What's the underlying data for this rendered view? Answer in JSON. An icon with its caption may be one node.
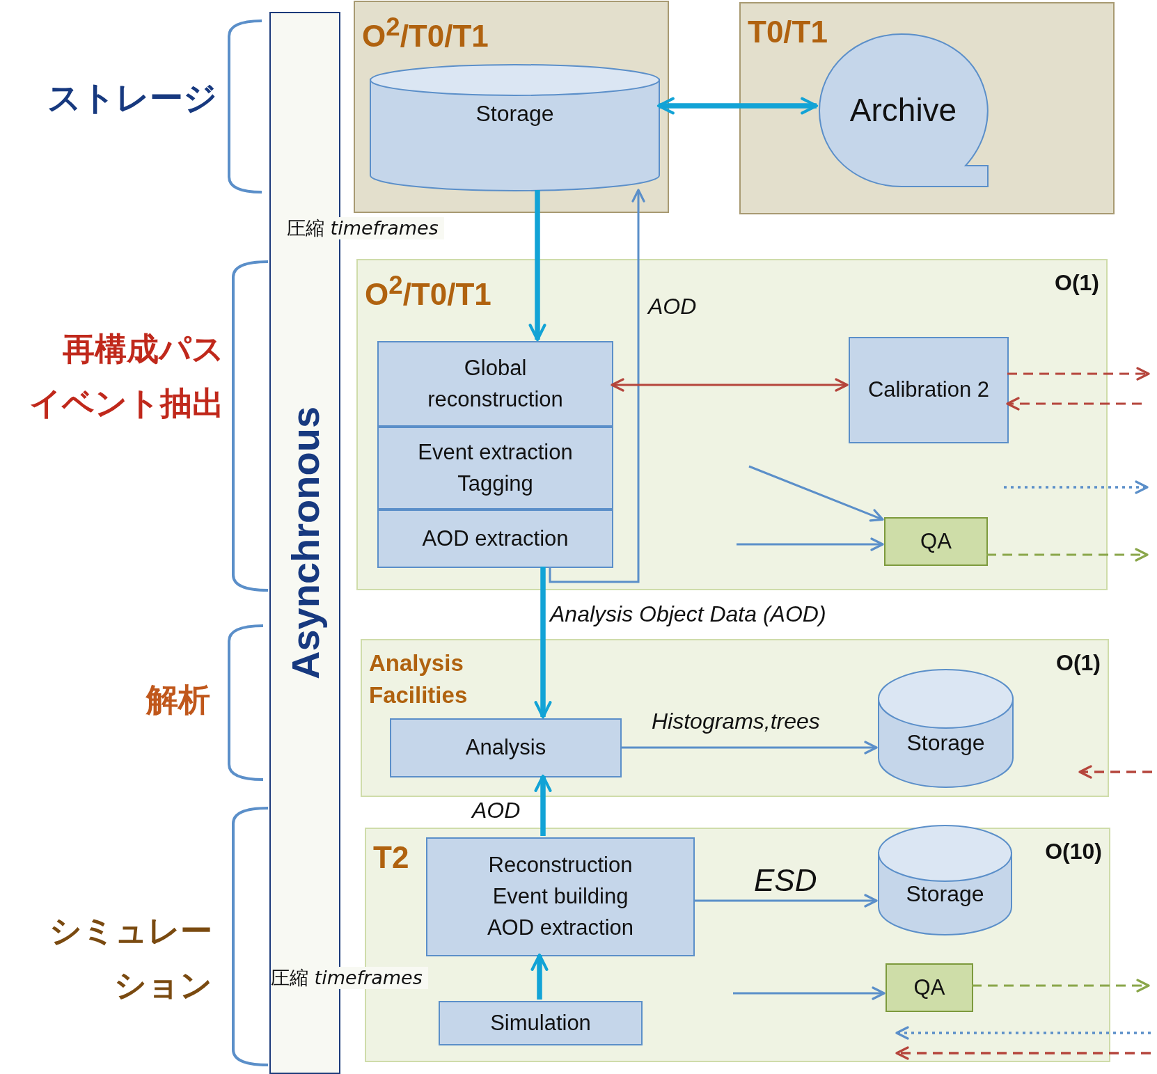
{
  "diagram": {
    "nodes": [
      {
        "text": [
          "Asynchronous"
        ]
      },
      {
        "text": [
          "O$^{2}$/T0/T1"
        ]
      },
      {
        "text": [
          "Storage"
        ],
        "in": 1
      },
      {
        "text": [
          "T0/T1"
        ]
      },
      {
        "text": [
          "Archive"
        ],
        "in": 3
      },
      {
        "text": [
          "O$^{2}$/T0/T1",
          "O(1)"
        ]
      },
      {
        "text": [
          "Global reconstruction"
        ],
        "in": 5
      },
      {
        "text": [
          "Event extraction Tagging"
        ],
        "in": 5
      },
      {
        "text": [
          "AOD extraction"
        ],
        "in": 5
      },
      {
        "text": [
          "Calibration 2"
        ],
        "in": 5
      },
      {
        "text": [
          "QA"
        ],
        "in": 5
      },
      {
        "text": [
          "Analysis Facilities",
          "O(1)"
        ]
      },
      {
        "text": [
          "Analysis"
        ],
        "in": 11
      },
      {
        "text": [
          "Storage"
        ],
        "in": 11
      },
      {
        "text": [
          "T2",
          "O(10)"
        ]
      },
      {
        "text": [
          "Reconstruction Event building AOD extraction"
        ],
        "in": 14
      },
      {
        "text": [
          "Storage"
        ],
        "in": 14
      },
      {
        "text": [
          "QA"
        ],
        "in": 14
      },
      {
        "text": [
          "Simulation"
        ],
        "in": 14
      }
    ],
    "edges": [
      {
        "from": 2,
        "to": 4,
        "arrow": "both",
        "style": "thick",
        "color": "#12a3d6"
      },
      {
        "from": 2,
        "to": 6,
        "arrow": "to",
        "style": "thick",
        "color": "#12a3d6"
      },
      {
        "from": 8,
        "to": 2,
        "arrow": "to",
        "label": "AOD"
      },
      {
        "from": 6,
        "to": 9,
        "arrow": "both",
        "color": "#b5453c"
      },
      {
        "from": 9,
        "to": null,
        "arrow": "to",
        "style": "dashed",
        "color": "#b5453c"
      },
      {
        "from": null,
        "to": 9,
        "arrow": "to",
        "style": "dashed",
        "color": "#b5453c"
      },
      {
        "from": null,
        "to": 10,
        "arrow": "to"
      },
      {
        "from": null,
        "to": 10,
        "arrow": "to"
      },
      {
        "from": 10,
        "to": null,
        "arrow": "to",
        "style": "dashed",
        "color": "#8aa64a"
      },
      {
        "from": 8,
        "to": 12,
        "arrow": "to",
        "label": "Analysis Object Data (AOD)",
        "style": "thick",
        "color": "#12a3d6"
      },
      {
        "from": 12,
        "to": 13,
        "arrow": "to",
        "label": "Histograms,trees"
      },
      {
        "from": 15,
        "to": 12,
        "arrow": "to",
        "label": "AOD",
        "style": "thick",
        "color": "#12a3d6"
      },
      {
        "from": 15,
        "to": 16,
        "arrow": "to",
        "label": "ESD"
      },
      {
        "from": null,
        "to": 17,
        "arrow": "to"
      },
      {
        "from": 17,
        "to": null,
        "arrow": "to",
        "style": "dashed",
        "color": "#8aa64a"
      },
      {
        "from": 18,
        "to": 15,
        "arrow": "to",
        "style": "thick",
        "color": "#12a3d6"
      }
    ],
    "labels": [
      "ストレージ",
      "圧縮 *timeframes*",
      "再構成パス",
      "イベント抽出",
      "解析",
      "シミュレーション",
      "圧縮 *timeframes*"
    ]
  }
}
